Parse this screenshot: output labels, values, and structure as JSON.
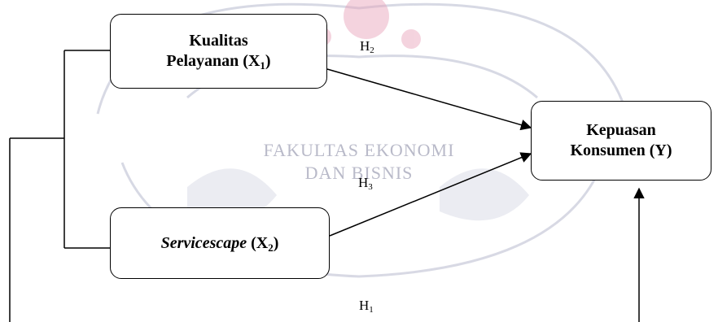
{
  "watermark": {
    "line1": "FAKULTAS EKONOMI",
    "line2": "DAN BISNIS",
    "color": "#b9bac9",
    "accent_color": "#e8a0b8"
  },
  "nodes": {
    "x1": {
      "line1": "Kualitas",
      "line2_text": "Pelayanan (X",
      "line2_sub": "1",
      "line2_close": ")"
    },
    "x2": {
      "italic": "Servicescape",
      "text": " (X",
      "sub": "2",
      "close": ")"
    },
    "y": {
      "line1": "Kepuasan",
      "line2": "Konsumen (Y)"
    }
  },
  "hypotheses": {
    "h1": {
      "letter": "H",
      "sub": "1"
    },
    "h2": {
      "letter": "H",
      "sub": "2"
    },
    "h3": {
      "letter": "H",
      "sub": "3"
    }
  }
}
